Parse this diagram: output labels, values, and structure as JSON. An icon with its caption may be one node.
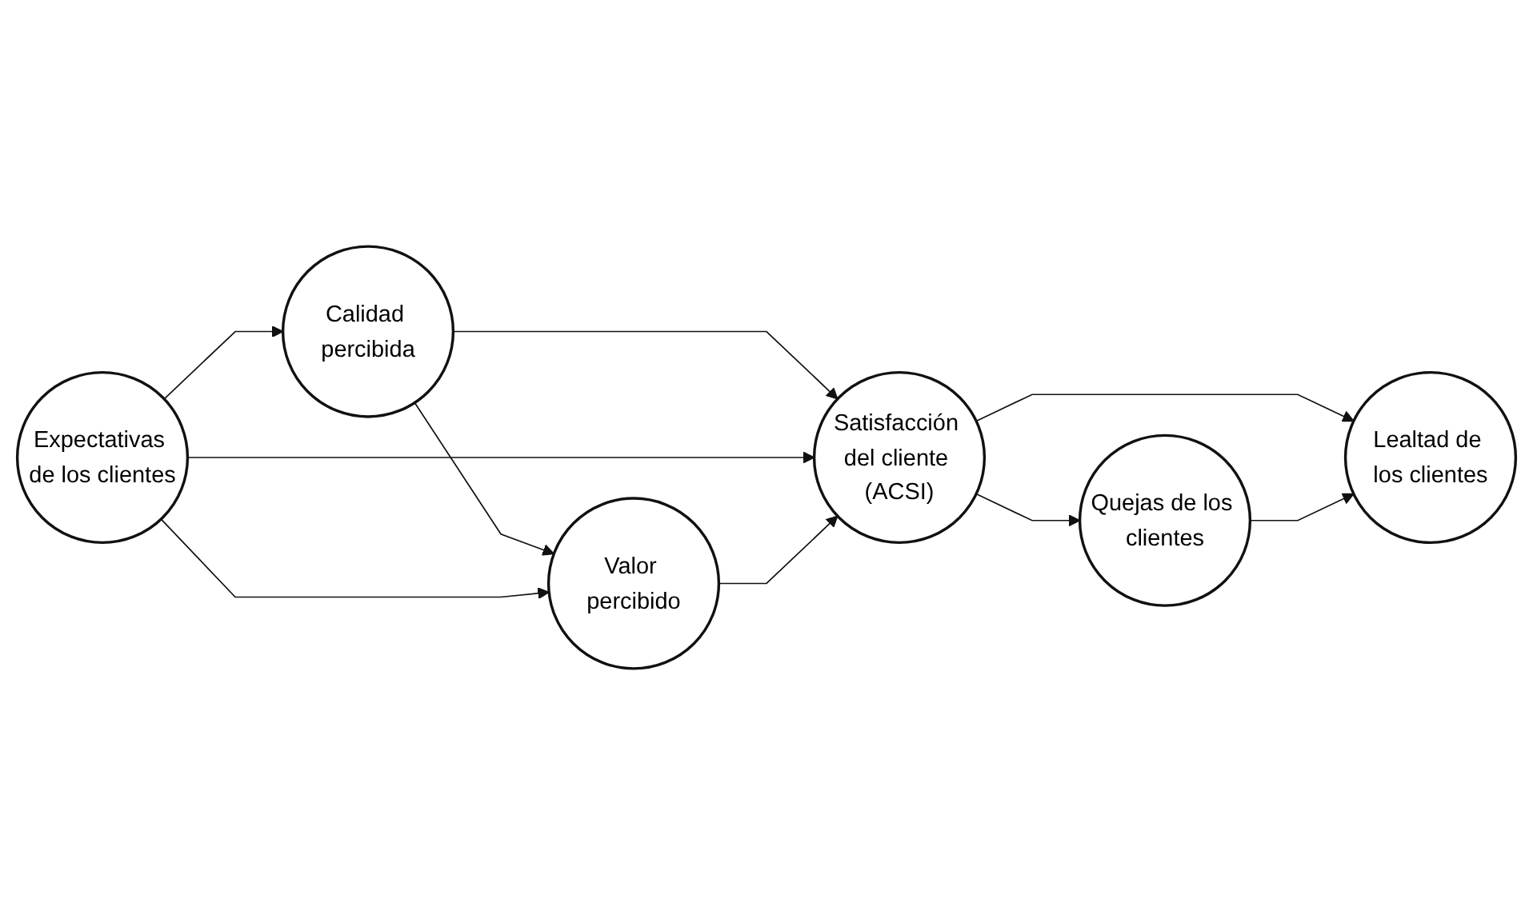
{
  "diagram": {
    "nodes": [
      {
        "text": [
          "Calidad percibida"
        ]
      },
      {
        "text": [
          "Valor percibido"
        ]
      },
      {
        "text": [
          "Expectativas de los clientes"
        ]
      },
      {
        "text": [
          "Satisfacción del cliente (ACSI)"
        ]
      },
      {
        "text": [
          "Quejas de los clientes"
        ]
      },
      {
        "text": [
          "Lealtad de los clientes"
        ]
      }
    ],
    "edges": [
      {
        "from": 2,
        "to": 0,
        "arrow": "to"
      },
      {
        "from": 0,
        "to": 1,
        "arrow": "to"
      },
      {
        "from": 0,
        "to": 3,
        "arrow": "to"
      },
      {
        "from": 2,
        "to": 1,
        "arrow": "to"
      },
      {
        "from": 2,
        "to": 3,
        "arrow": "to"
      },
      {
        "from": 1,
        "to": 3,
        "arrow": "to"
      },
      {
        "from": 3,
        "to": 4,
        "arrow": "to"
      },
      {
        "from": 3,
        "to": 5,
        "arrow": "to"
      },
      {
        "from": 4,
        "to": 5,
        "arrow": "to"
      }
    ]
  }
}
